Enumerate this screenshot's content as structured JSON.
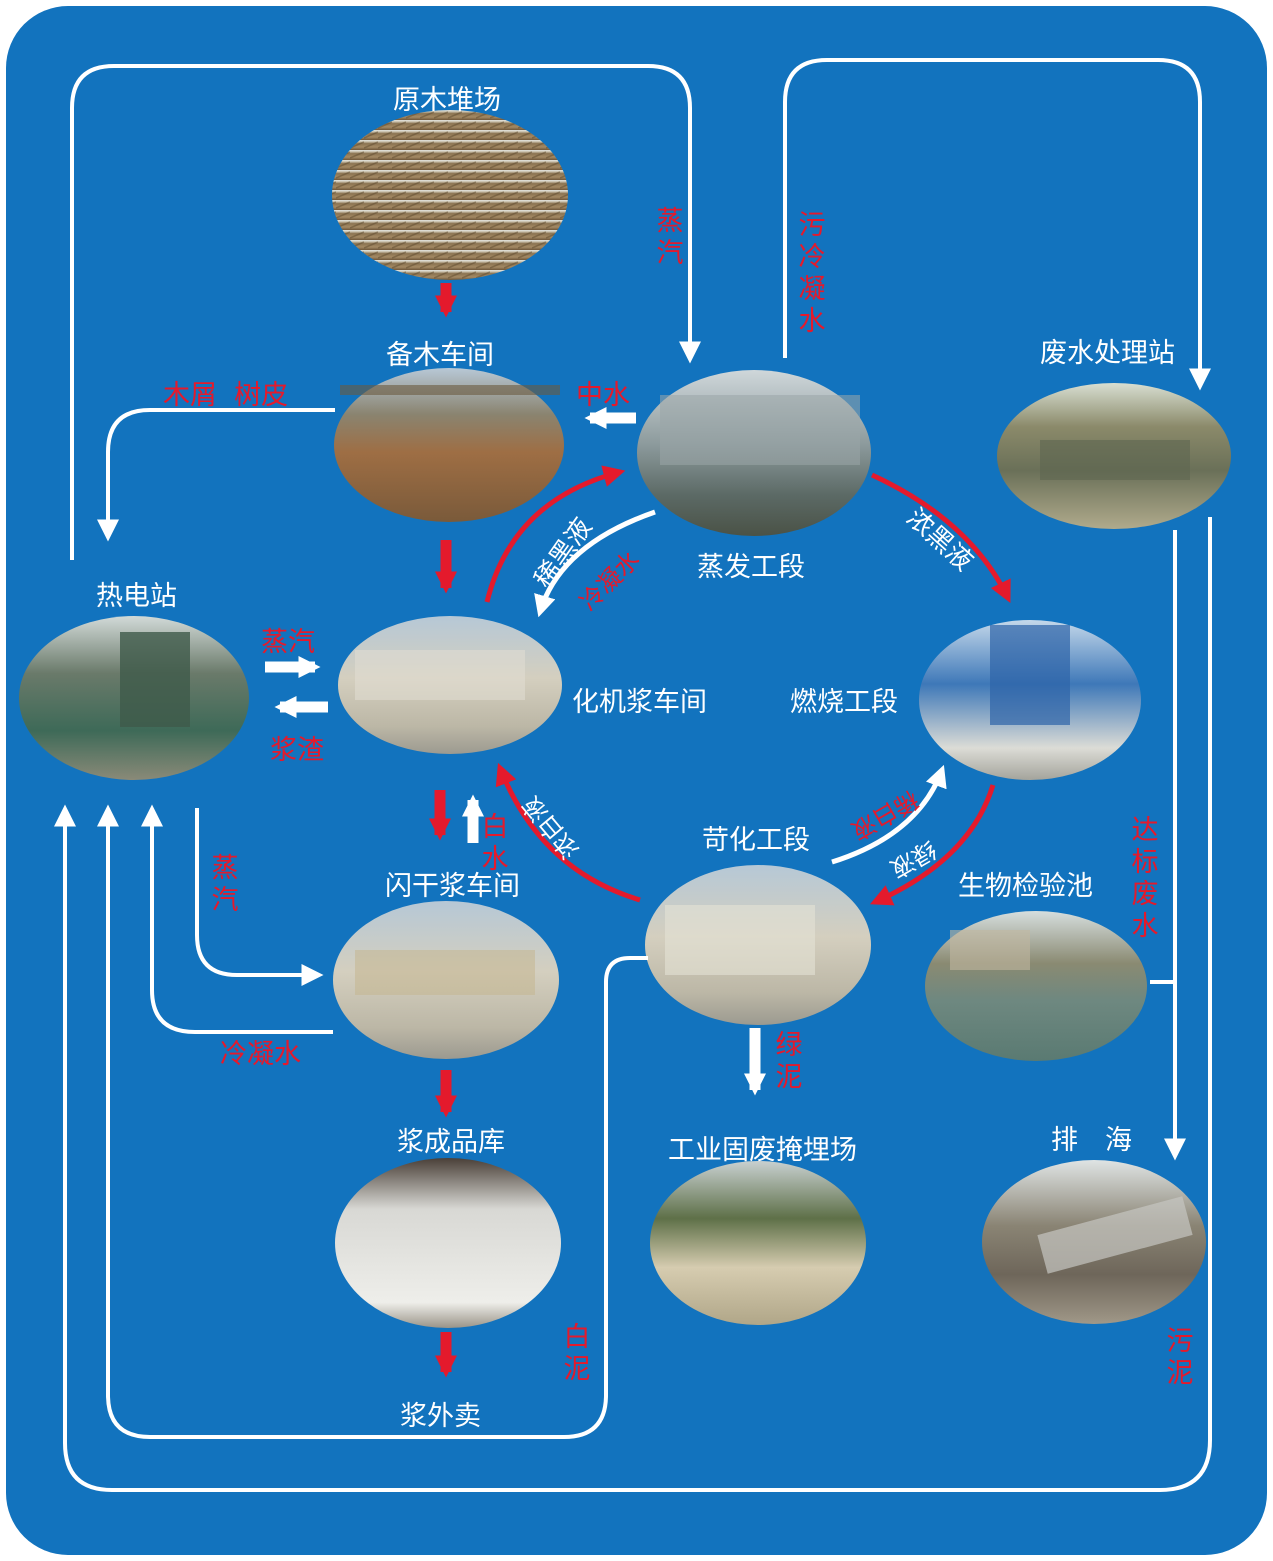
{
  "nodes": {
    "log_yard": "原木堆场",
    "wood_prep": "备木车间",
    "power_plant": "热电站",
    "pulp_mill": "化机浆车间",
    "evaporation": "蒸发工段",
    "combustion": "燃烧工段",
    "causticizing": "苛化工段",
    "flash_drying": "闪干浆车间",
    "pulp_store": "浆成品库",
    "pulp_sale": "浆外卖",
    "landfill": "工业固废掩埋场",
    "wastewater_station": "废水处理站",
    "bio_pond": "生物检验池",
    "sea_discharge": "排　海"
  },
  "flows": {
    "steam_top": "蒸汽",
    "foul_condensate": "污冷凝水",
    "wood_bark": "木屑  树皮",
    "reclaimed_water": "中水",
    "weak_black_liquor": "稀黑液",
    "condensate_evap": "冷凝水",
    "strong_black_liquor": "浓黑液",
    "steam_mid": "蒸汽",
    "pulp_residue": "浆渣",
    "white_liquor_a": "浓白液",
    "white_liquor_b": "稀白液",
    "green_liquor": "绿液",
    "white_water": "白水",
    "steam_lower": "蒸汽",
    "condensate_lower": "冷凝水",
    "green_mud": "绿泥",
    "lime_mud": "白泥",
    "compliant_wastewater": "达标废水",
    "sludge": "污泥"
  },
  "colors": {
    "background": "#1273be",
    "red_arrow": "#e41a2c",
    "white_arrow": "#ffffff",
    "red_text": "#e41a2c"
  }
}
